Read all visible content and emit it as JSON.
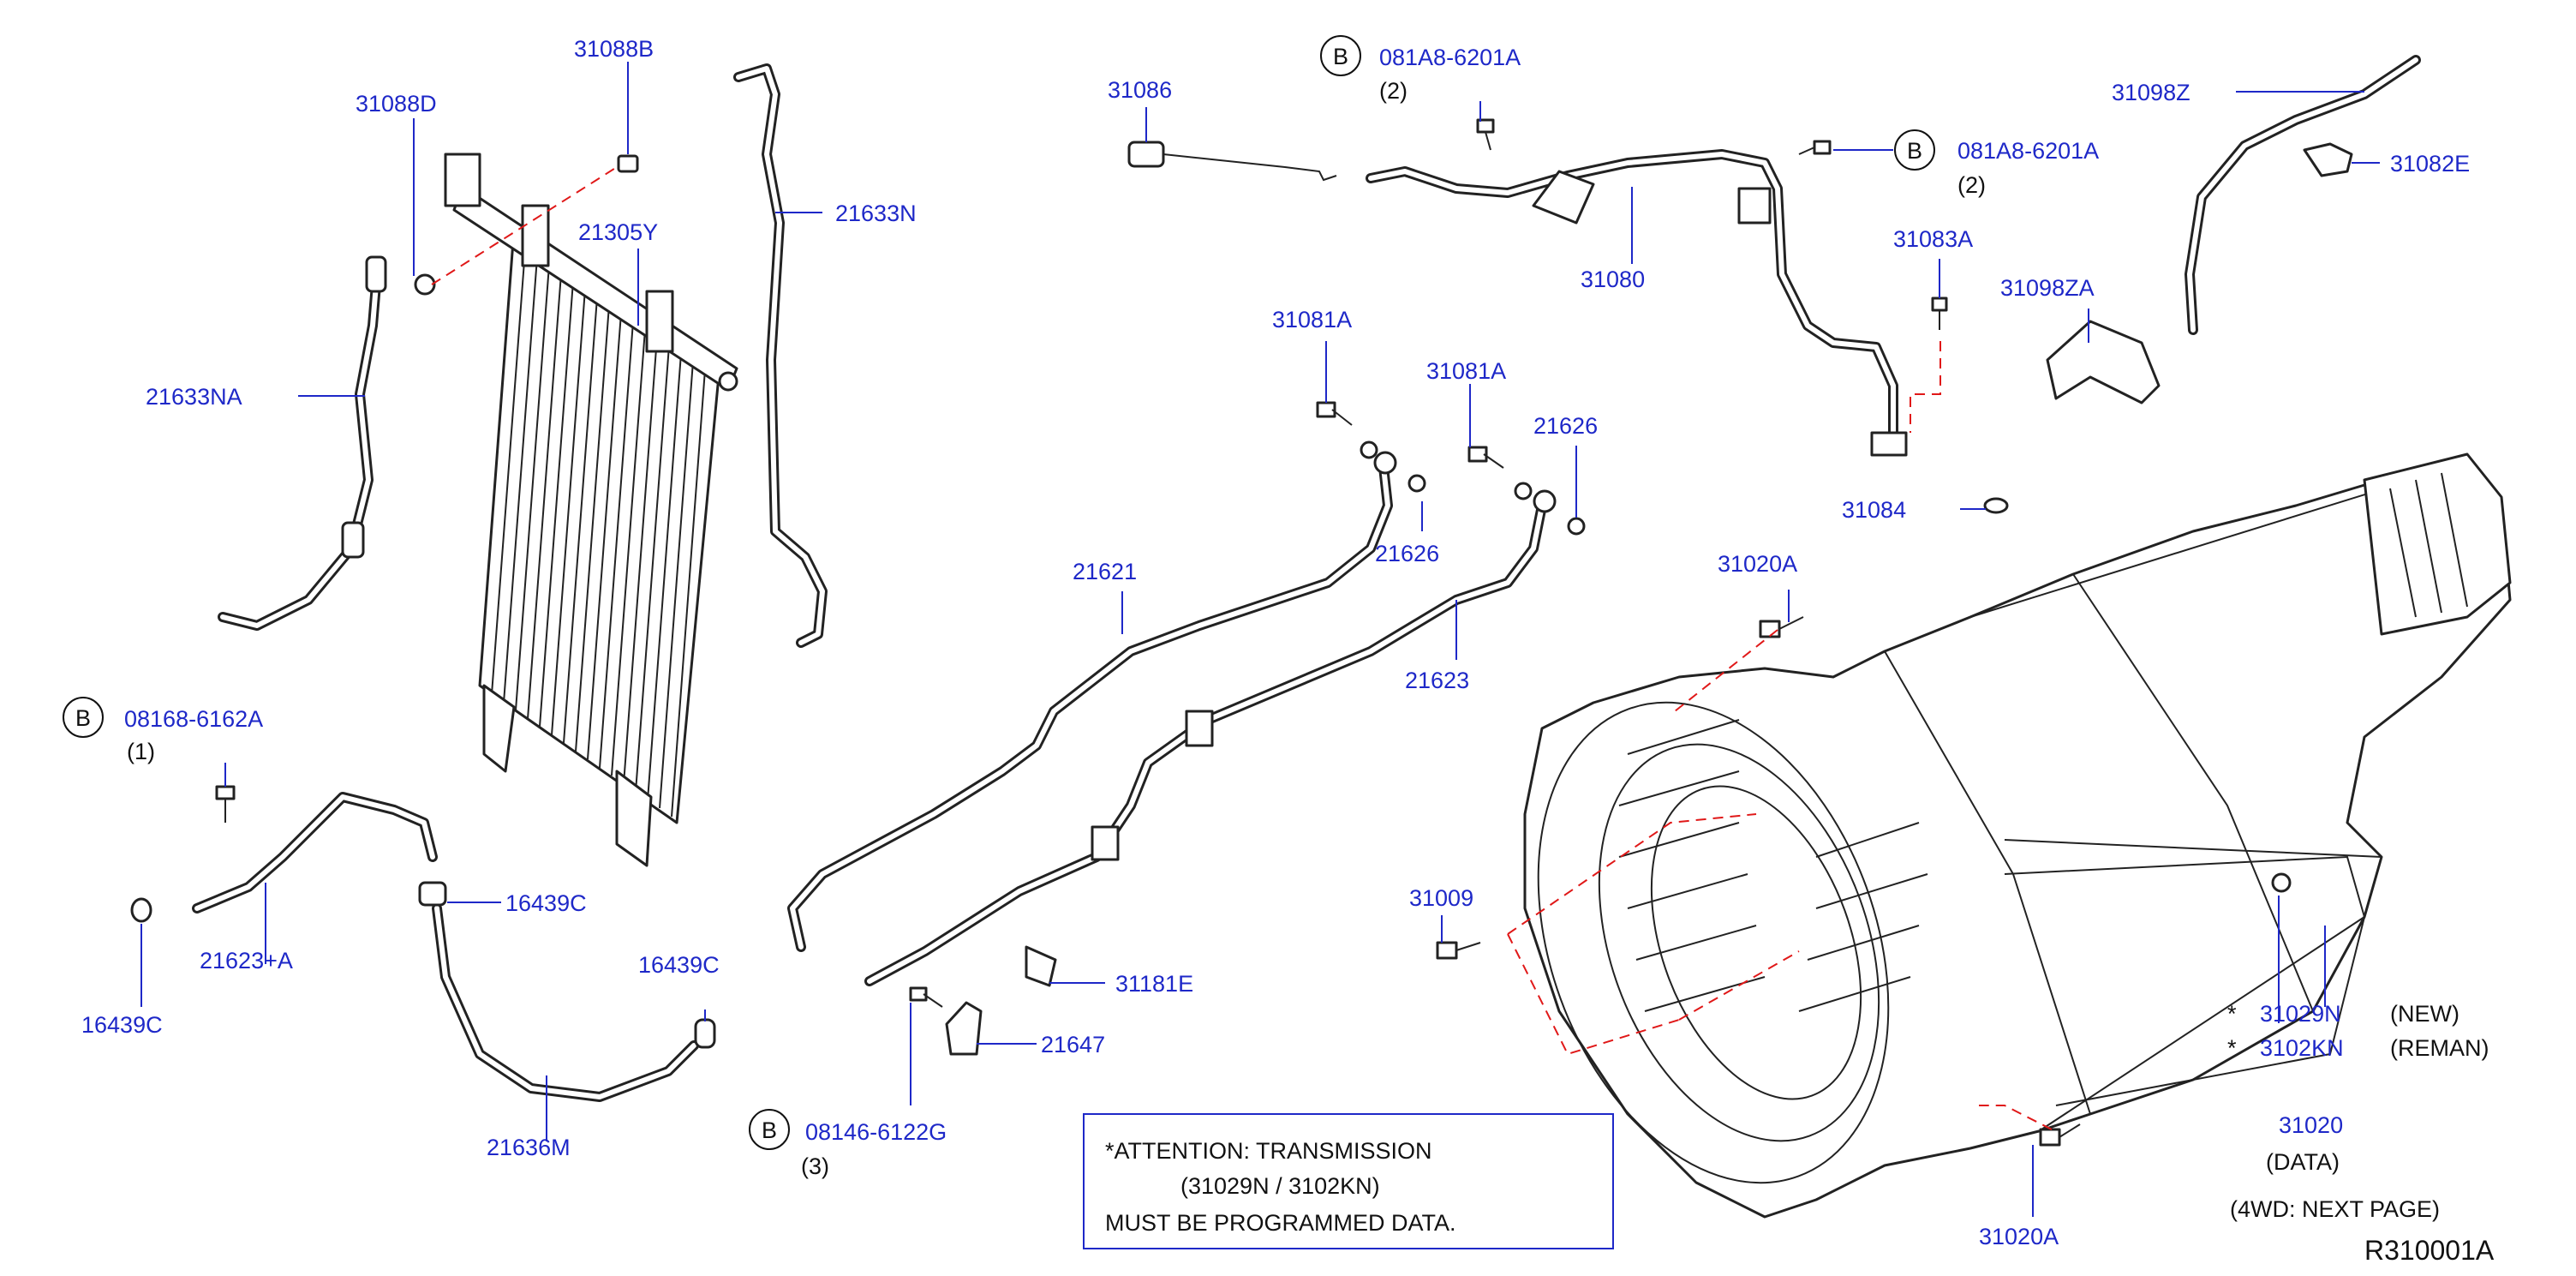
{
  "labels": {
    "p31088B": "31088B",
    "p31088D": "31088D",
    "p21305Y": "21305Y",
    "p21633N": "21633N",
    "p21633NA": "21633NA",
    "p08168": "08168-6162A",
    "p08168_qty": "(1)",
    "p21623A": "21623+A",
    "p16439C_a": "16439C",
    "p16439C_b": "16439C",
    "p16439C_c": "16439C",
    "p21636M": "21636M",
    "p31086": "31086",
    "p081A8_1": "081A8-6201A",
    "p081A8_1_qty": "(2)",
    "p081A8_2": "081A8-6201A",
    "p081A8_2_qty": "(2)",
    "p31080": "31080",
    "p31098Z": "31098Z",
    "p31082E": "31082E",
    "p31083A": "31083A",
    "p31098ZA": "31098ZA",
    "p31081A_1": "31081A",
    "p31081A_2": "31081A",
    "p21626_1": "21626",
    "p21626_2": "21626",
    "p21621": "21621",
    "p21623": "21623",
    "p31084": "31084",
    "p31020A_1": "31020A",
    "p31020A_2": "31020A",
    "p31009": "31009",
    "p31181E": "31181E",
    "p21647": "21647",
    "p08146": "08146-6122G",
    "p08146_qty": "(3)",
    "p31029N": "31029N",
    "p3102KN": "3102KN",
    "new": "(NEW)",
    "reman": "(REMAN)",
    "star1": "*",
    "star2": "*",
    "p31020": "31020",
    "data": "(DATA)",
    "fourwd": "(4WD:   NEXT   PAGE)",
    "ref": "R310001A"
  },
  "circle_letters": {
    "b1": "B",
    "b2": "B",
    "b3": "B",
    "b4": "B"
  },
  "attention": {
    "line1": "*ATTENTION:   TRANSMISSION",
    "line2": "(31029N   /   3102KN)",
    "line3": "MUST   BE   PROGRAMMED   DATA."
  },
  "colors": {
    "part_number": "#1e28c8",
    "text": "#111111",
    "hidden_line": "#e01818",
    "drawing": "#222222"
  }
}
